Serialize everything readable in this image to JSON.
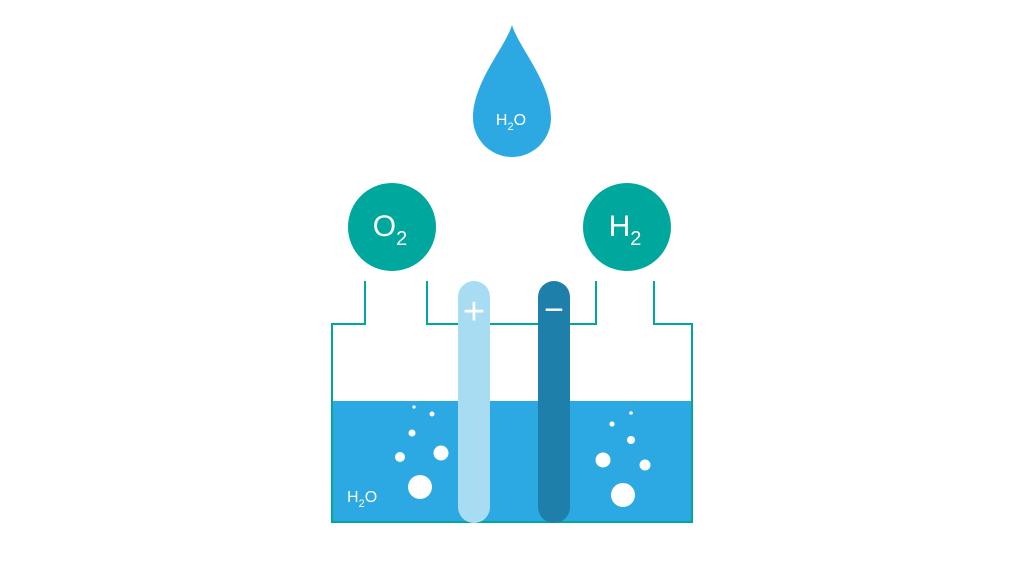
{
  "water_drop": {
    "label_main": "H",
    "label_sub": "2",
    "label_tail": "O",
    "color": "#2ca8e2"
  },
  "oxygen_bubble": {
    "label_main": "O",
    "label_sub": "2",
    "color": "#00a79d"
  },
  "hydrogen_bubble": {
    "label_main": "H",
    "label_sub": "2",
    "color": "#00a79d"
  },
  "anode": {
    "sign": "+",
    "color": "#a8dcf3"
  },
  "cathode": {
    "sign": "−",
    "color": "#1e7fab"
  },
  "vessel": {
    "outline_color": "#00a79d",
    "water_color": "#2ca8e2",
    "water_label_main": "H",
    "water_label_sub": "2",
    "water_label_tail": "O"
  }
}
